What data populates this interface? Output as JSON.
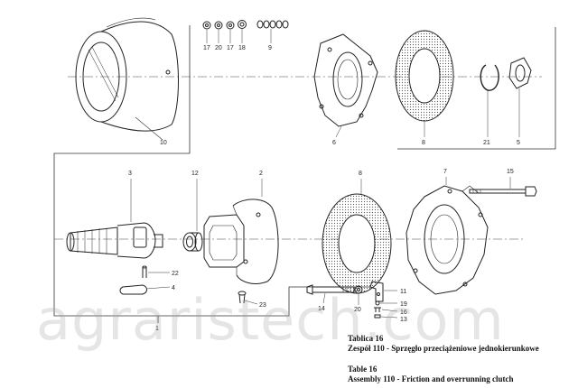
{
  "title_pl_table": "Tablica 16",
  "title_pl_assembly": "Zespół 110 - Sprzęgło przeciążeniowe jednokierunkowe",
  "title_en_table": "Table 16",
  "title_en_assembly": "Assembly 110 - Friction and overrunning clutch",
  "watermark": "agraristech.com",
  "colors": {
    "ink": "#222222",
    "paper": "#ffffff",
    "watermark": "#a0a0a0"
  },
  "labels": {
    "p10": "10",
    "p17a": "17",
    "p20": "20",
    "p17b": "17",
    "p18": "18",
    "p9": "9",
    "p6": "6",
    "p8a": "8",
    "p21": "21",
    "p5": "5",
    "p3": "3",
    "p12": "12",
    "p2": "2",
    "p8b": "8",
    "p7": "7",
    "p15": "15",
    "p22": "22",
    "p4": "4",
    "p23": "23",
    "p14": "14",
    "p20b": "20",
    "p11": "11",
    "p19": "19",
    "p16": "16",
    "p13": "13",
    "p1": "1"
  }
}
